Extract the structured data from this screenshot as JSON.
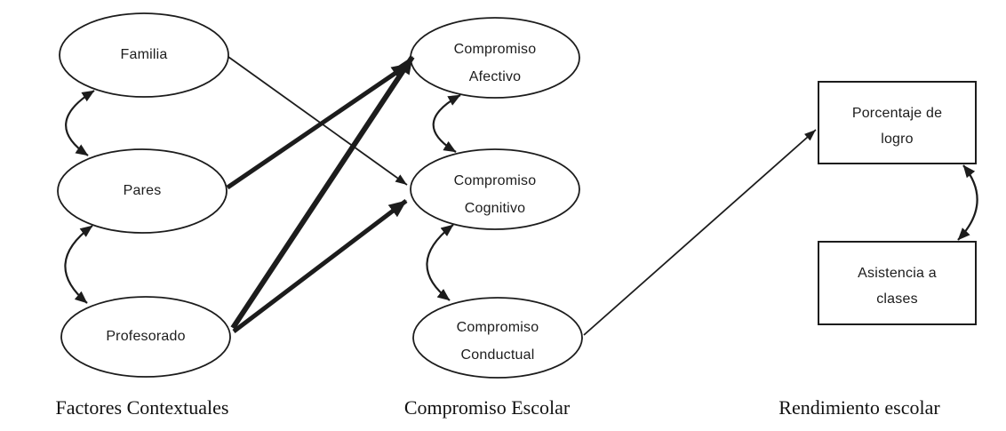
{
  "nodes": {
    "familia": {
      "shape": "ellipse",
      "lines": [
        "Familia"
      ]
    },
    "pares": {
      "shape": "ellipse",
      "lines": [
        "Pares"
      ]
    },
    "profesorado": {
      "shape": "ellipse",
      "lines": [
        "Profesorado"
      ]
    },
    "compromiso_afectivo": {
      "shape": "ellipse",
      "lines": [
        "Compromiso",
        "Afectivo"
      ]
    },
    "compromiso_cognitivo": {
      "shape": "ellipse",
      "lines": [
        "Compromiso",
        "Cognitivo"
      ]
    },
    "compromiso_conductual": {
      "shape": "ellipse",
      "lines": [
        "Compromiso",
        "Conductual"
      ]
    },
    "porcentaje_de_logro": {
      "shape": "rectangle",
      "lines": [
        "Porcentaje de",
        "logro"
      ]
    },
    "asistencia_a_clases": {
      "shape": "rectangle",
      "lines": [
        "Asistencia a",
        "clases"
      ]
    }
  },
  "group_labels": {
    "left": "Factores Contextuales",
    "middle": "Compromiso Escolar",
    "right": "Rendimiento escolar"
  },
  "edges": [
    {
      "from": "Familia",
      "to": "Compromiso Cognitivo",
      "weight": "thin",
      "arrow": "single"
    },
    {
      "from": "Pares",
      "to": "Compromiso Afectivo",
      "weight": "thick",
      "arrow": "single"
    },
    {
      "from": "Profesorado",
      "to": "Compromiso Afectivo",
      "weight": "thick",
      "arrow": "single"
    },
    {
      "from": "Profesorado",
      "to": "Compromiso Cognitivo",
      "weight": "thick",
      "arrow": "single"
    },
    {
      "from": "Compromiso Conductual",
      "to": "Porcentaje de logro",
      "weight": "thin",
      "arrow": "single"
    }
  ],
  "correlations": [
    {
      "between": [
        "Familia",
        "Pares"
      ]
    },
    {
      "between": [
        "Pares",
        "Profesorado"
      ]
    },
    {
      "between": [
        "Compromiso Afectivo",
        "Compromiso Cognitivo"
      ]
    },
    {
      "between": [
        "Compromiso Cognitivo",
        "Compromiso Conductual"
      ]
    },
    {
      "between": [
        "Porcentaje de logro",
        "Asistencia a clases"
      ]
    }
  ],
  "colors": {
    "ink": "#1c1c1c",
    "background": "#ffffff"
  }
}
